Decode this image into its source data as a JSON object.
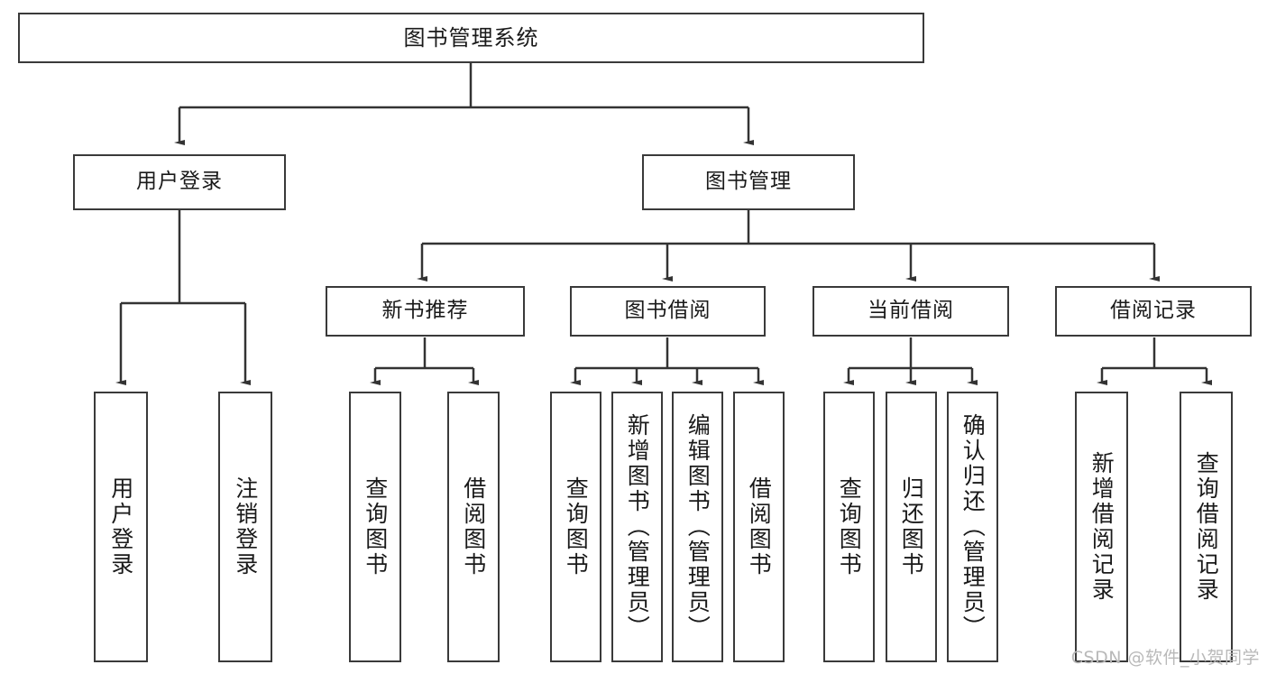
{
  "diagram": {
    "title": "图书管理系统",
    "type": "tree-hierarchy-diagram",
    "colors": {
      "box_border": "#3a3a3a",
      "background": "#ffffff",
      "text": "#1a1a1a",
      "connector": "#333333",
      "watermark": "#b9b9b9"
    },
    "root": {
      "label": "图书管理系统"
    },
    "level2": [
      {
        "label": "用户登录"
      },
      {
        "label": "图书管理"
      }
    ],
    "level3": [
      {
        "label": "新书推荐"
      },
      {
        "label": "图书借阅"
      },
      {
        "label": "当前借阅"
      },
      {
        "label": "借阅记录"
      }
    ],
    "leaves": {
      "user_login": [
        {
          "label": "用户登录"
        },
        {
          "label": "注销登录"
        }
      ],
      "new_book_recommend": [
        {
          "label": "查询图书"
        },
        {
          "label": "借阅图书"
        }
      ],
      "book_borrow": [
        {
          "label": "查询图书"
        },
        {
          "label": "新增图书（管理员）"
        },
        {
          "label": "编辑图书（管理员）"
        },
        {
          "label": "借阅图书"
        }
      ],
      "current_borrow": [
        {
          "label": "查询图书"
        },
        {
          "label": "归还图书"
        },
        {
          "label": "确认归还（管理员）"
        }
      ],
      "borrow_record": [
        {
          "label": "新增借阅记录"
        },
        {
          "label": "查询借阅记录"
        }
      ]
    }
  },
  "watermark": {
    "text": "CSDN @软件_小贺同学"
  }
}
